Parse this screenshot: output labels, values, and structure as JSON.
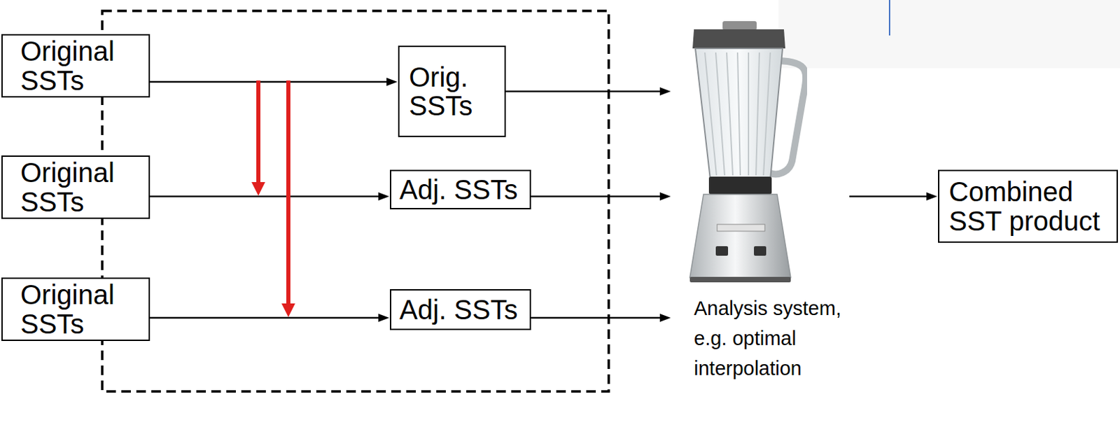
{
  "diagram": {
    "nodes": [
      {
        "text": [
          "Original SSTs"
        ]
      },
      {
        "text": [
          "Original SSTs"
        ]
      },
      {
        "text": [
          "Original SSTs"
        ]
      },
      {
        "text": [
          "Orig. SSTs"
        ]
      },
      {
        "text": [
          "Adj. SSTs"
        ]
      },
      {
        "text": [
          "Adj. SSTs"
        ]
      },
      {
        "text": [
          "Analysis system, e.g. optimal interpolation"
        ]
      },
      {
        "text": [
          "Combined SST product"
        ]
      }
    ],
    "edges": [
      {
        "from": 0,
        "to": 3,
        "arrow": "to"
      },
      {
        "from": 1,
        "to": 4,
        "arrow": "to"
      },
      {
        "from": 2,
        "to": 5,
        "arrow": "to"
      },
      {
        "from": 0,
        "to": 4,
        "arrow": "to"
      },
      {
        "from": 0,
        "to": 5,
        "arrow": "to"
      },
      {
        "from": 3,
        "to": 6,
        "arrow": "to"
      },
      {
        "from": 4,
        "to": 6,
        "arrow": "to"
      },
      {
        "from": 5,
        "to": 6,
        "arrow": "to"
      },
      {
        "from": 6,
        "to": 7,
        "arrow": "to"
      }
    ]
  }
}
